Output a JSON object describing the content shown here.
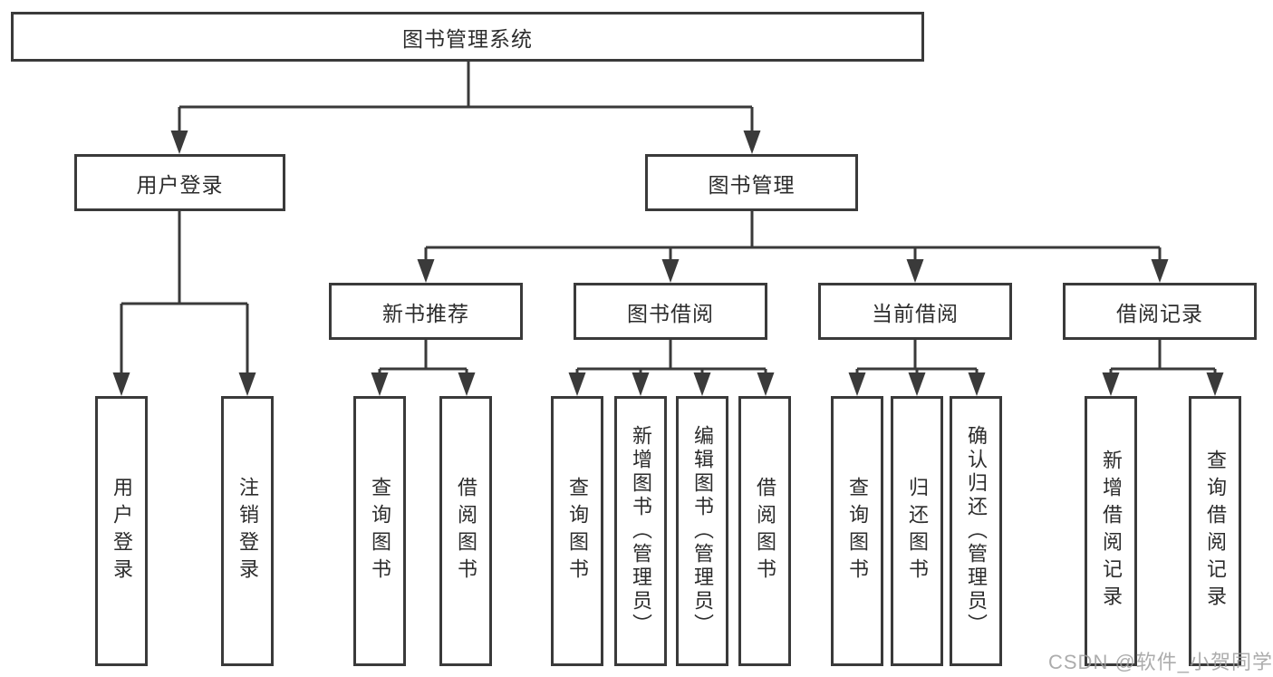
{
  "diagram": {
    "type": "hierarchy",
    "root": "图书管理系统",
    "level2": [
      {
        "label": "用户登录",
        "children": [
          "用户登录",
          "注销登录"
        ]
      },
      {
        "label": "图书管理",
        "children": [
          {
            "label": "新书推荐",
            "children": [
              "查询图书",
              "借阅图书"
            ]
          },
          {
            "label": "图书借阅",
            "children": [
              "查询图书",
              "新增图书（管理员）",
              "编辑图书（管理员）",
              "借阅图书"
            ]
          },
          {
            "label": "当前借阅",
            "children": [
              "查询图书",
              "归还图书",
              "确认归还（管理员）"
            ]
          },
          {
            "label": "借阅记录",
            "children": [
              "新增借阅记录",
              "查询借阅记录"
            ]
          }
        ]
      }
    ]
  },
  "watermark": {
    "text": "CSDN @软件_小贺同学"
  },
  "colors": {
    "line": "#3a3a3a",
    "border": "#3a3a3a",
    "text": "#2c2c2c",
    "watermark": "#9e9e9e",
    "background": "#ffffff"
  }
}
